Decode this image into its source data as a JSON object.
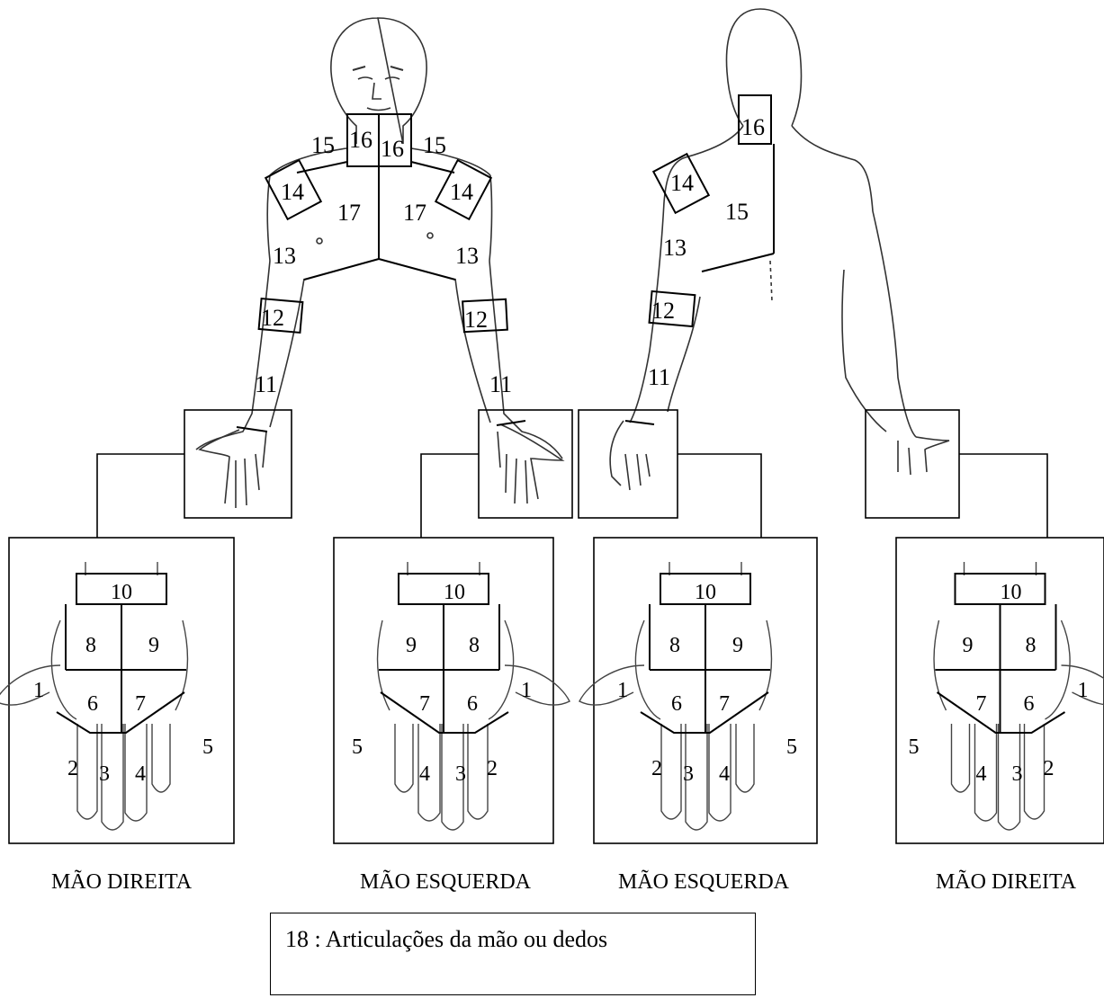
{
  "captions": {
    "hand1": "MÃO DIREITA",
    "hand2": "MÃO ESQUERDA",
    "hand3": "MÃO ESQUERDA",
    "hand4": "MÃO DIREITA"
  },
  "legend": "18 : Articulações da mão ou dedos",
  "front_labels": {
    "neck_r": "16",
    "neck_l": "16",
    "shoulder_top_r": "15",
    "shoulder_top_l": "15",
    "shoulder_r": "14",
    "shoulder_l": "14",
    "chest_r": "17",
    "chest_l": "17",
    "upper_arm_r": "13",
    "upper_arm_l": "13",
    "elbow_r": "12",
    "elbow_l": "12",
    "forearm_r": "11",
    "forearm_l": "11"
  },
  "back_labels": {
    "neck": "16",
    "shoulder": "14",
    "upper_back": "15",
    "upper_arm": "13",
    "elbow": "12",
    "forearm": "11"
  },
  "hand_labels": [
    "10",
    "8",
    "9",
    "1",
    "6",
    "7",
    "2",
    "3",
    "4",
    "5"
  ]
}
